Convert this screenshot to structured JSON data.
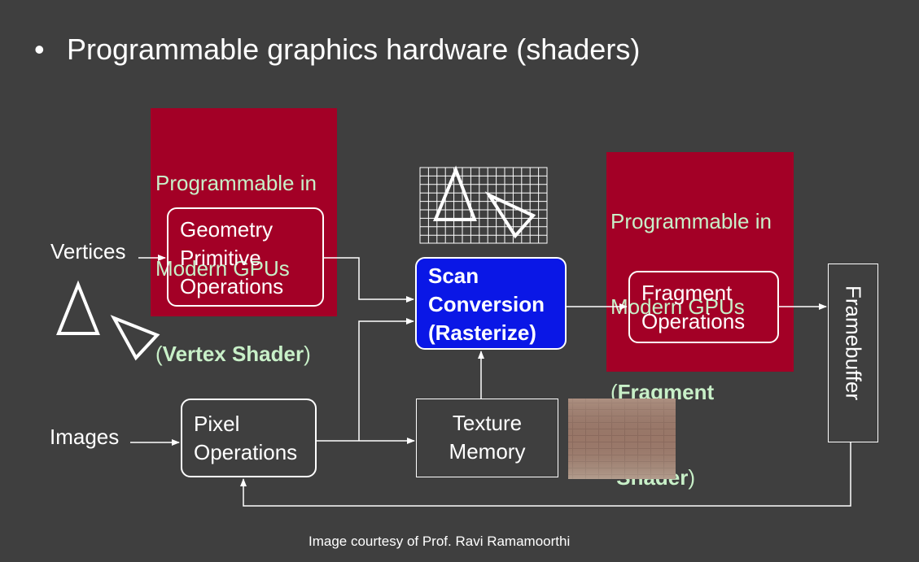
{
  "title": "Programmable graphics hardware (shaders)",
  "bullet": "•",
  "vertex_panel": {
    "line1": "Programmable in",
    "line2": "Modern GPUs",
    "line3_open": "(",
    "line3_bold": "Vertex Shader",
    "line3_close": ")"
  },
  "fragment_panel": {
    "line1": "Programmable in",
    "line2": "Modern GPUs",
    "line3_open": "(",
    "line3_bold": "Fragment",
    "line4_bold": " Shader",
    "line4_close": ")"
  },
  "nodes": {
    "geometry": [
      "Geometry",
      "Primitive",
      "Operations"
    ],
    "scan": [
      "Scan",
      "Conversion",
      "(Rasterize)"
    ],
    "fragment": [
      "Fragment",
      "Operations"
    ],
    "pixel": [
      "Pixel",
      "Operations"
    ],
    "texture": [
      "Texture",
      "Memory"
    ],
    "framebuffer": "Framebuffer"
  },
  "inputs": {
    "vertices": "Vertices",
    "images": "Images"
  },
  "caption": "Image courtesy of Prof. Ravi Ramamoorthi",
  "colors": {
    "background": "#3f3f3f",
    "programmable_panel": "#a30026",
    "panel_text": "#c8f0c8",
    "scan_box": "#0a17e6"
  }
}
